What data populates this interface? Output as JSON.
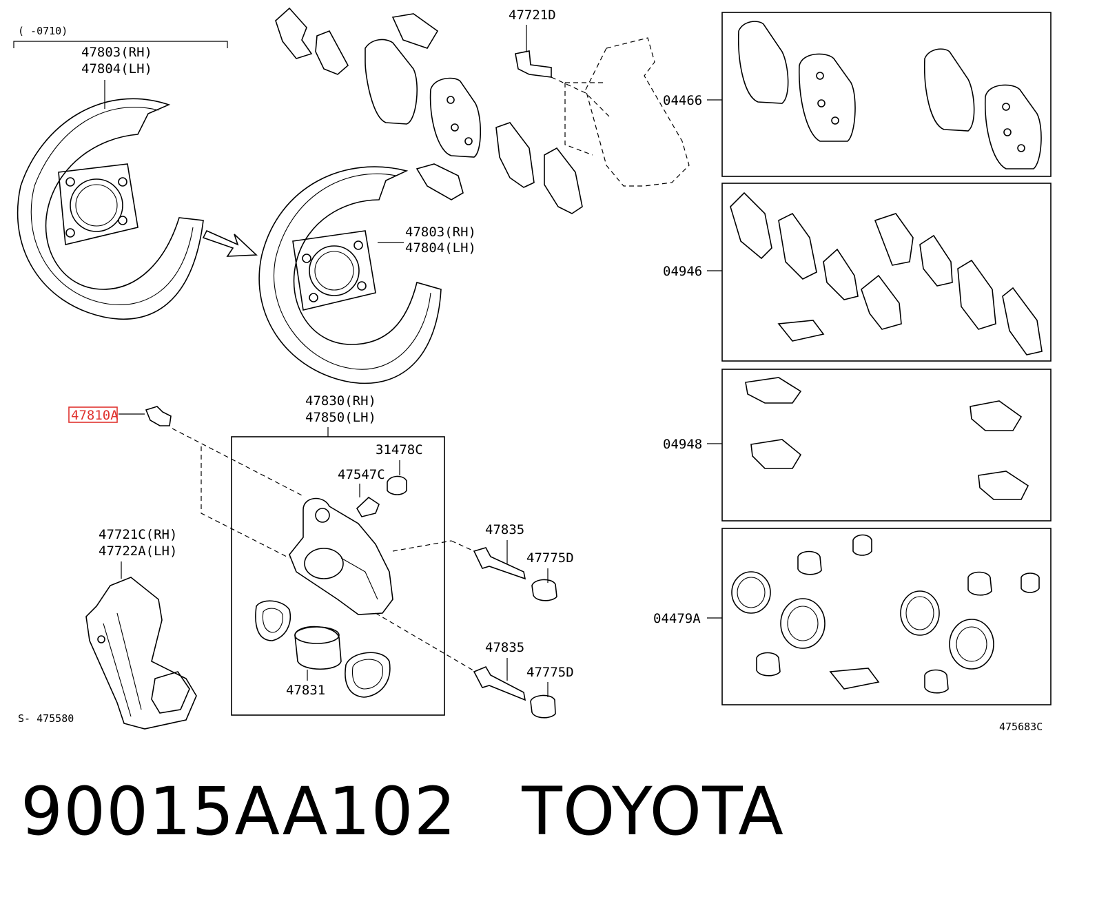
{
  "diagram": {
    "period_note": "(      -0710)",
    "labels": {
      "shield_top_rh": "47803(RH)",
      "shield_top_lh": "47804(LH)",
      "shield_mid_rh": "47803(RH)",
      "shield_mid_lh": "47804(LH)",
      "bolt_top": "47721D",
      "bleeder_highlight": "47810A",
      "caliper_rh": "47830(RH)",
      "caliper_lh": "47850(LH)",
      "cap": "31478C",
      "bleeder_plug": "47547C",
      "pin1": "47835",
      "boot1": "47775D",
      "pin2": "47835",
      "boot2": "47775D",
      "piston": "47831",
      "mount_rh": "47721C(RH)",
      "mount_lh": "47722A(LH)",
      "kit_pads": "04466",
      "kit_shims": "04946",
      "kit_clips": "04948",
      "kit_seals": "04479A"
    },
    "ref_left": "S- 475580",
    "ref_right": "475683C",
    "highlight_color": "#e0332f"
  },
  "footer": {
    "part_number": "90015AA102",
    "brand": "TOYOTA"
  }
}
